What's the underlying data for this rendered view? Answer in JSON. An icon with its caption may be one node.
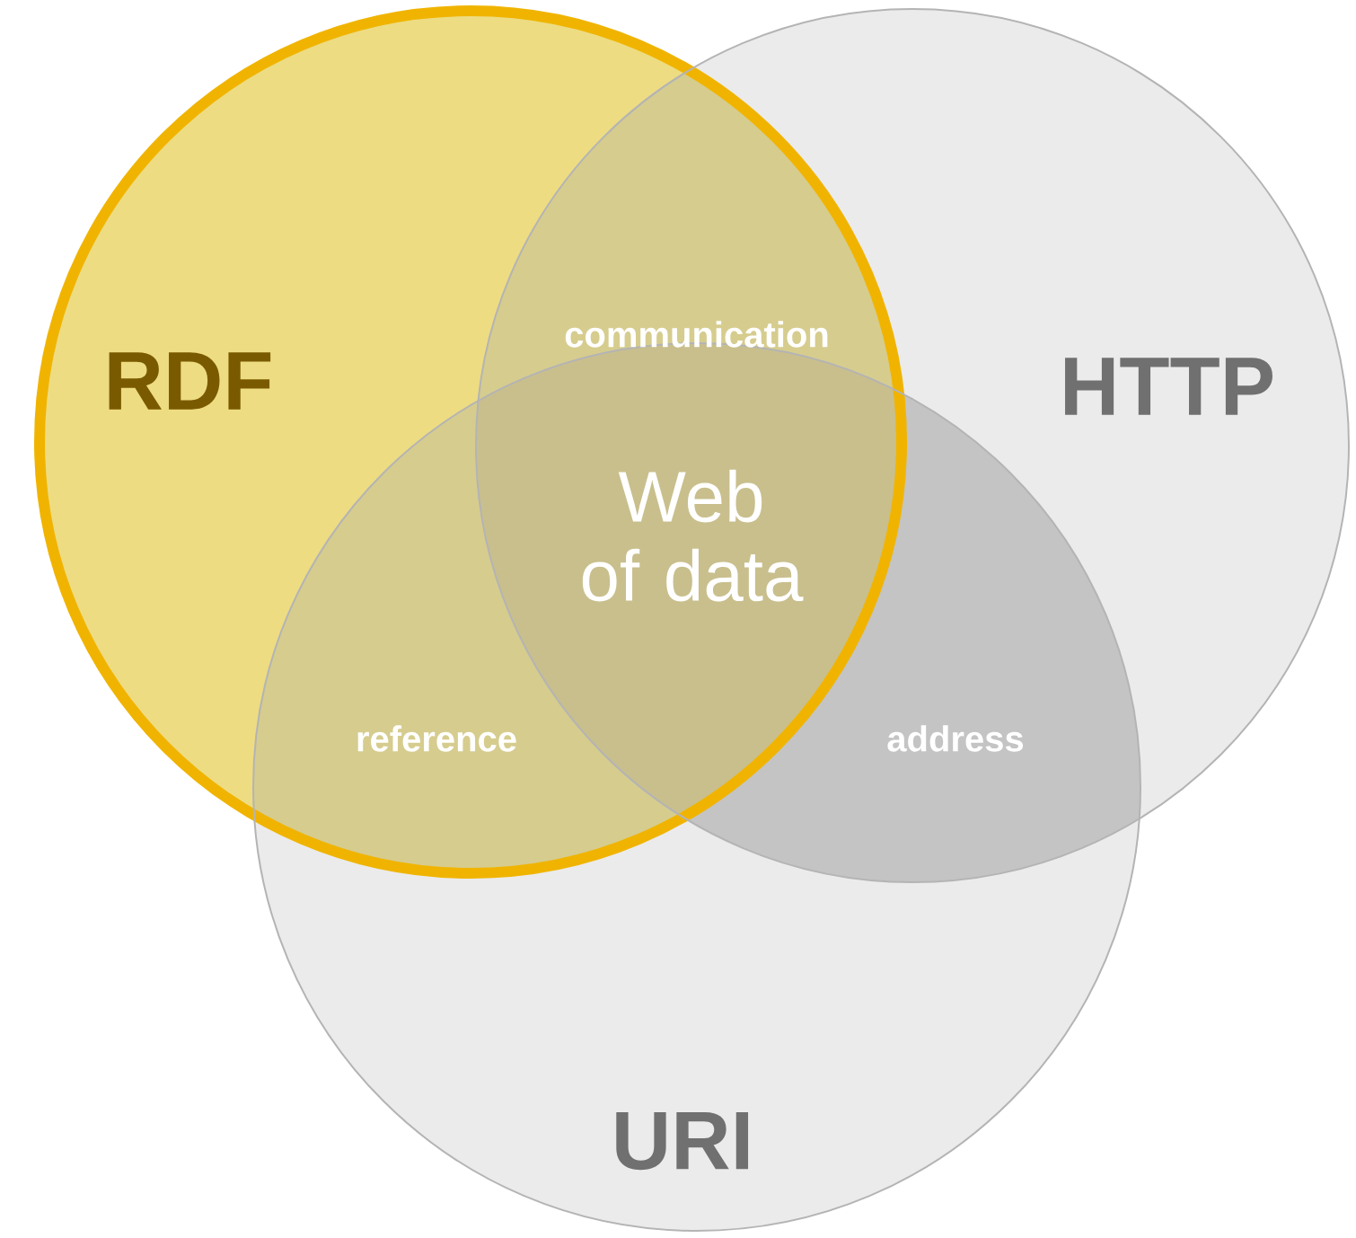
{
  "diagram": {
    "nodes": [
      {
        "text": [
          "RDF"
        ]
      },
      {
        "text": [
          "HTTP"
        ]
      },
      {
        "text": [
          "URI"
        ]
      }
    ],
    "labels": [
      "communication",
      "Web of data",
      "reference",
      "address"
    ]
  }
}
